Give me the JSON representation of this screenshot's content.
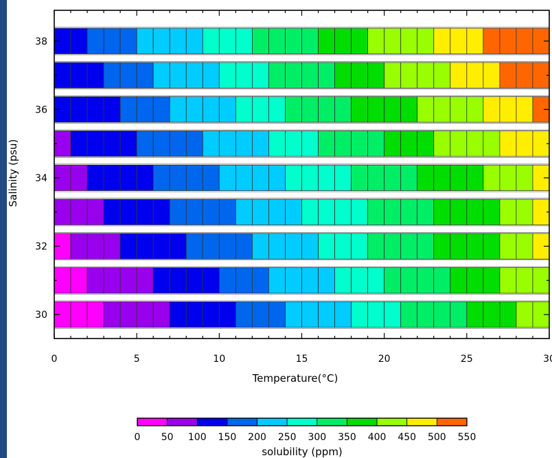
{
  "chart_data": {
    "type": "heatmap",
    "xlabel": "Temperature(°C)",
    "ylabel": "Salinity (psu)",
    "colorbar_label": "solubility (ppm)",
    "xlim": [
      0,
      30
    ],
    "ylim": [
      29.3,
      38.9
    ],
    "x_ticks": [
      0,
      5,
      10,
      15,
      20,
      25,
      30
    ],
    "y_ticks": [
      30,
      32,
      34,
      36,
      38
    ],
    "x_cells": [
      0,
      1,
      2,
      3,
      4,
      5,
      6,
      7,
      8,
      9,
      10,
      11,
      12,
      13,
      14,
      15,
      16,
      17,
      18,
      19,
      20,
      21,
      22,
      23,
      24,
      25,
      26,
      27,
      28,
      29
    ],
    "rows": [
      {
        "salinity": 38,
        "values": [
          125,
          125,
          175,
          175,
          175,
          225,
          225,
          225,
          225,
          275,
          275,
          275,
          325,
          325,
          325,
          325,
          375,
          375,
          375,
          425,
          425,
          425,
          425,
          475,
          475,
          475,
          525,
          525,
          525,
          525
        ]
      },
      {
        "salinity": 37,
        "values": [
          125,
          125,
          125,
          175,
          175,
          175,
          225,
          225,
          225,
          225,
          275,
          275,
          275,
          325,
          325,
          325,
          325,
          375,
          375,
          375,
          425,
          425,
          425,
          425,
          475,
          475,
          475,
          525,
          525,
          525
        ]
      },
      {
        "salinity": 36,
        "values": [
          125,
          125,
          125,
          125,
          175,
          175,
          175,
          225,
          225,
          225,
          225,
          275,
          275,
          275,
          325,
          325,
          325,
          325,
          375,
          375,
          375,
          375,
          425,
          425,
          425,
          425,
          475,
          475,
          475,
          525
        ]
      },
      {
        "salinity": 35,
        "values": [
          75,
          125,
          125,
          125,
          125,
          175,
          175,
          175,
          175,
          225,
          225,
          225,
          225,
          275,
          275,
          275,
          325,
          325,
          325,
          325,
          375,
          375,
          375,
          425,
          425,
          425,
          425,
          475,
          475,
          475
        ]
      },
      {
        "salinity": 34,
        "values": [
          75,
          75,
          125,
          125,
          125,
          125,
          175,
          175,
          175,
          175,
          225,
          225,
          225,
          225,
          275,
          275,
          275,
          275,
          325,
          325,
          325,
          325,
          375,
          375,
          375,
          375,
          425,
          425,
          425,
          475
        ]
      },
      {
        "salinity": 33,
        "values": [
          75,
          75,
          75,
          125,
          125,
          125,
          125,
          175,
          175,
          175,
          175,
          225,
          225,
          225,
          225,
          275,
          275,
          275,
          275,
          325,
          325,
          325,
          325,
          375,
          375,
          375,
          375,
          425,
          425,
          475
        ]
      },
      {
        "salinity": 32,
        "values": [
          25,
          75,
          75,
          75,
          125,
          125,
          125,
          125,
          175,
          175,
          175,
          175,
          225,
          225,
          225,
          225,
          275,
          275,
          275,
          325,
          325,
          325,
          325,
          375,
          375,
          375,
          375,
          425,
          425,
          475
        ]
      },
      {
        "salinity": 31,
        "values": [
          25,
          25,
          75,
          75,
          75,
          75,
          125,
          125,
          125,
          125,
          175,
          175,
          175,
          225,
          225,
          225,
          225,
          275,
          275,
          275,
          325,
          325,
          325,
          325,
          375,
          375,
          375,
          425,
          425,
          425
        ]
      },
      {
        "salinity": 30,
        "values": [
          25,
          25,
          25,
          75,
          75,
          75,
          75,
          125,
          125,
          125,
          125,
          175,
          175,
          175,
          225,
          225,
          225,
          225,
          275,
          275,
          275,
          325,
          325,
          325,
          325,
          375,
          375,
          375,
          425,
          425
        ]
      }
    ],
    "colorbar": {
      "levels": [
        0,
        50,
        100,
        150,
        200,
        250,
        300,
        350,
        400,
        450,
        500,
        550
      ],
      "colors": [
        "#ff00ff",
        "#9900ee",
        "#0000ee",
        "#0066ee",
        "#00ccff",
        "#00ffcc",
        "#00ee66",
        "#00dd00",
        "#99ff00",
        "#ffee00",
        "#ff6600"
      ]
    }
  }
}
